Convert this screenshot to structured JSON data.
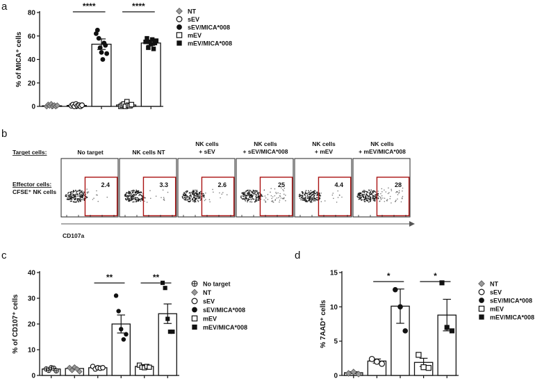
{
  "panels": {
    "a": "a",
    "b": "b",
    "c": "c",
    "d": "d"
  },
  "legend_common": [
    "NT",
    "sEV",
    "sEV/MICA*008",
    "mEV",
    "mEV/MICA*008"
  ],
  "legend_c": [
    "No target",
    "NT",
    "sEV",
    "sEV/MICA*008",
    "mEV",
    "mEV/MICA*008"
  ],
  "flow": {
    "target_label": "Target cells:",
    "effector_label": "Effector cells:",
    "effector_sub": "CFSE⁺ NK cells",
    "xaxis": "CD107a",
    "headers": [
      [
        "No target"
      ],
      [
        "NK cells NT"
      ],
      [
        "NK cells",
        "+ sEV"
      ],
      [
        "NK cells",
        "+ sEV/MICA*008"
      ],
      [
        "NK cells",
        "+ mEV"
      ],
      [
        "NK cells",
        "+ mEV/MICA*008"
      ]
    ],
    "gate_values": [
      "2.4",
      "3.3",
      "2.6",
      "25",
      "4.4",
      "28"
    ]
  },
  "chart_data": [
    {
      "id": "a",
      "type": "bar",
      "ylabel": "% of MICA⁺ cells",
      "ylim": [
        0,
        80
      ],
      "yticks": [
        "0",
        "20",
        "40",
        "60",
        "80"
      ],
      "categories": [
        "NT",
        "sEV",
        "sEV/MICA*008",
        "mEV",
        "mEV/MICA*008"
      ],
      "values": [
        0.5,
        0.8,
        53,
        1.2,
        54
      ],
      "errors": [
        0.3,
        0.4,
        4.5,
        0.4,
        2
      ],
      "points": [
        [
          0,
          1.5,
          0.5,
          2,
          0.3,
          1,
          0,
          0.8
        ],
        [
          0.5,
          1.5,
          0,
          2,
          0.5,
          1,
          0,
          1
        ],
        [
          62,
          65,
          58,
          50,
          46,
          40,
          54,
          52,
          45
        ],
        [
          0,
          1,
          2,
          0,
          4,
          1,
          0.5,
          1.5
        ],
        [
          55,
          58,
          50,
          55,
          53,
          57,
          49,
          54,
          56
        ]
      ],
      "markers": [
        "diamond",
        "circle-open",
        "circle",
        "square-open",
        "square"
      ],
      "significance": [
        {
          "from": 2,
          "to": 2,
          "label": "****"
        },
        {
          "from": 4,
          "to": 4,
          "label": "****"
        }
      ]
    },
    {
      "id": "c",
      "type": "bar",
      "ylabel": "% of CD107⁺ cells",
      "ylim": [
        0,
        40
      ],
      "yticks": [
        "0",
        "10",
        "20",
        "30",
        "40"
      ],
      "categories": [
        "No target",
        "NT",
        "sEV",
        "sEV/MICA*008",
        "mEV",
        "mEV/MICA*008"
      ],
      "values": [
        2.5,
        2.7,
        3,
        20,
        3.5,
        24
      ],
      "errors": [
        0.3,
        0.4,
        0.4,
        3.5,
        0.7,
        3.8
      ],
      "points": [
        [
          2.5,
          2,
          3,
          2.8,
          1.8
        ],
        [
          3,
          2,
          3.2,
          2.5,
          1.5
        ],
        [
          3.5,
          2.5,
          3,
          2.8,
          3
        ],
        [
          31,
          25,
          18,
          14,
          16
        ],
        [
          4,
          3.2,
          3,
          3.5,
          3.2
        ],
        [
          36,
          34,
          22,
          17,
          17
        ]
      ],
      "markers": [
        "crosshair",
        "diamond",
        "circle-open",
        "circle",
        "square-open",
        "square"
      ],
      "significance": [
        {
          "from": 3,
          "to": 3,
          "label": "**"
        },
        {
          "from": 5,
          "to": 5,
          "label": "**"
        }
      ]
    },
    {
      "id": "d",
      "type": "bar",
      "ylabel": "% 7AAD⁺ cells",
      "ylim": [
        0,
        15
      ],
      "yticks": [
        "0",
        "5",
        "10",
        "15"
      ],
      "categories": [
        "NT",
        "sEV",
        "sEV/MICA*008",
        "mEV",
        "mEV/MICA*008"
      ],
      "values": [
        0.4,
        2.1,
        10.1,
        1.9,
        8.8
      ],
      "errors": [
        0.15,
        0.3,
        2.5,
        0.6,
        2.3
      ],
      "points": [
        [
          0.3,
          0.5,
          0.2
        ],
        [
          2.4,
          2,
          1.7
        ],
        [
          12.5,
          10,
          6.5
        ],
        [
          3,
          1.2,
          1.1
        ],
        [
          13.5,
          7,
          6.5
        ]
      ],
      "markers": [
        "diamond",
        "circle-open",
        "circle",
        "square-open",
        "square"
      ],
      "significance": [
        {
          "from": 2,
          "to": 2,
          "label": "*"
        },
        {
          "from": 4,
          "to": 4,
          "label": "*"
        }
      ]
    }
  ]
}
